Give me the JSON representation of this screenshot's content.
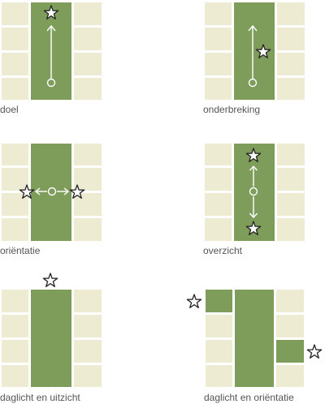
{
  "colors": {
    "tile": "#EEEBD3",
    "corridor": "#7F9D5A",
    "grout": "#FFFFFF",
    "caption": "#555555",
    "star_fill": "#FFFFFF",
    "star_stroke": "#222222",
    "arrow": "#FFFFFF"
  },
  "icons": [
    "star-icon",
    "circle-icon",
    "arrow-icon"
  ],
  "panels": [
    {
      "id": "doel",
      "caption": "doel"
    },
    {
      "id": "onderbreking",
      "caption": "onderbreking"
    },
    {
      "id": "orientatie",
      "caption": "oriëntatie"
    },
    {
      "id": "overzicht",
      "caption": "overzicht"
    },
    {
      "id": "daglicht-uitzicht",
      "caption": "daglicht en uitzicht"
    },
    {
      "id": "daglicht-orientatie",
      "caption": "daglicht en oriëntatie"
    }
  ]
}
